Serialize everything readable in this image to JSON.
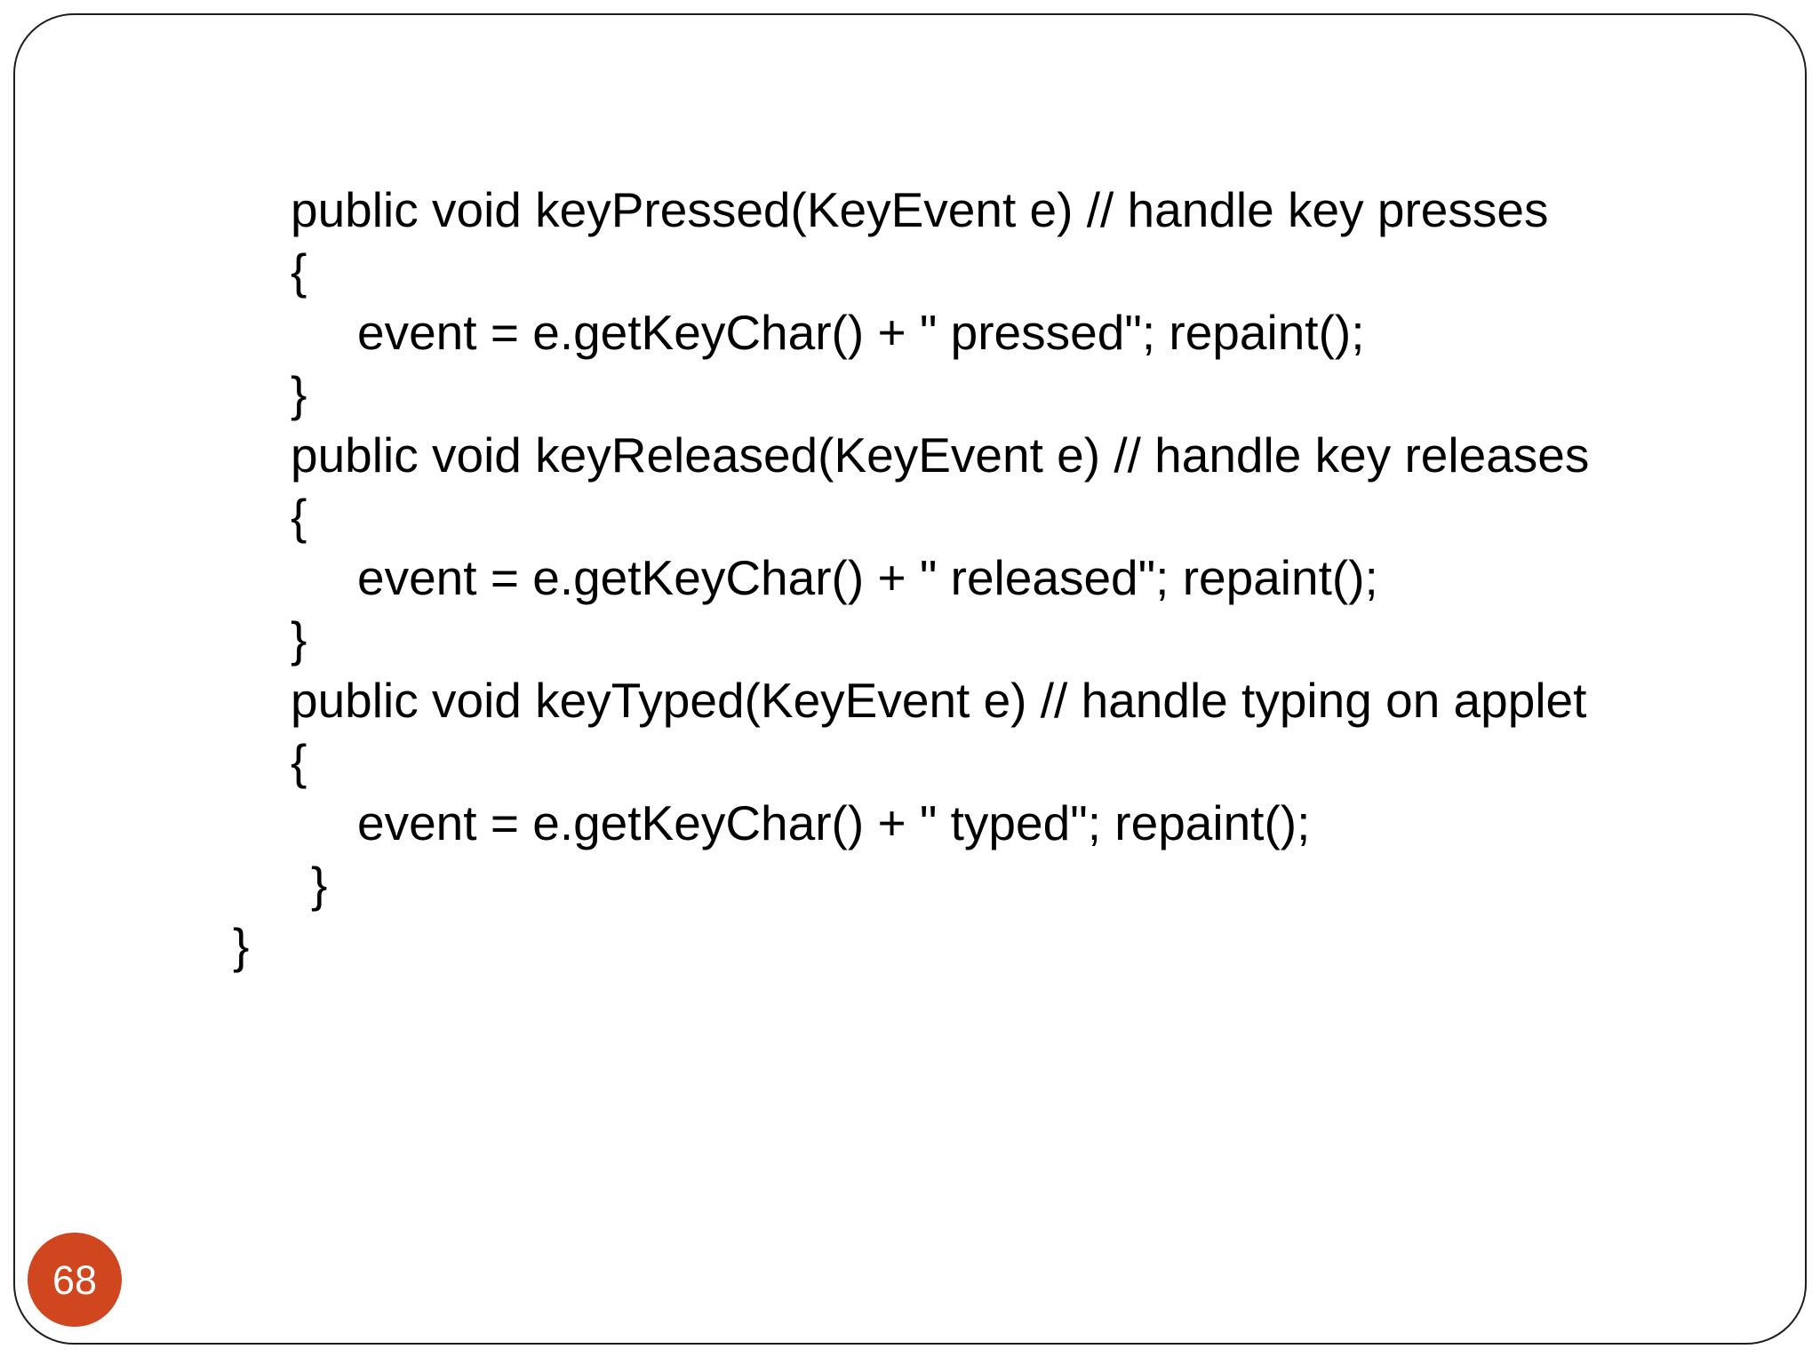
{
  "slide": {
    "page_number": "68",
    "badge_color": "#D0461F",
    "border_color": "#1E1E1E",
    "background_color": "#FFFFFF",
    "text_color": "#000000"
  },
  "code": {
    "language": "java",
    "lines": [
      {
        "text": "public void keyPressed(KeyEvent e) // handle key presses"
      },
      {
        "text": "{"
      },
      {
        "text": "event = e.getKeyChar() + \" pressed\"; repaint();"
      },
      {
        "text": "}"
      },
      {
        "text": "public void keyReleased(KeyEvent e) // handle key releases"
      },
      {
        "text": "{"
      },
      {
        "text": "event = e.getKeyChar() + \" released\"; repaint();"
      },
      {
        "text": "}"
      },
      {
        "text": "public void keyTyped(KeyEvent e) // handle typing on applet"
      },
      {
        "text": "{"
      },
      {
        "text": "event = e.getKeyChar() + \" typed\"; repaint();"
      },
      {
        "text": "}"
      },
      {
        "text": "}"
      }
    ]
  }
}
